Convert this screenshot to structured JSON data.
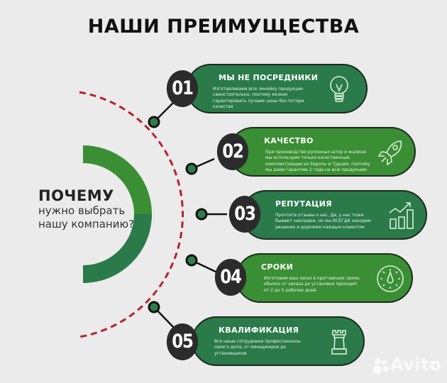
{
  "header": {
    "title": "НАШИ ПРЕИМУЩЕСТВА"
  },
  "why": {
    "title": "ПОЧЕМУ",
    "line1": "нужно выбрать",
    "line2": "нашу компанию?"
  },
  "colors": {
    "background": "#ebebeb",
    "green_dark": "#2a7a4a",
    "green_light": "#3a8f34",
    "number_circle": "#2b2b2b",
    "dashed_line": "#b5222d"
  },
  "items": [
    {
      "number": "01",
      "title": "МЫ НЕ ПОСРЕДНИКИ",
      "text": "Изготавливаем всю линейку продукции самостоятельно, поэтому можем гарантировать лучшие цены без потери качества",
      "icon": "lightbulb-icon"
    },
    {
      "number": "02",
      "title": "КАЧЕСТВО",
      "text": "При производстве рулонных штор и жалюзи мы используем только качественные комплектующие из Европы и Турции, поэтому мы даем гарантию 2 года на всю продукцию",
      "icon": "rocket-icon"
    },
    {
      "number": "03",
      "title": "РЕПУТАЦИЯ",
      "text": "Прочтите отзывы о нас. Да, у нас тоже бывают накладки, но мы ВСЕГДА находим решение и дорожим каждым клиентом",
      "icon": "growth-chart-icon"
    },
    {
      "number": "04",
      "title": "СРОКИ",
      "text": "Изготовим ваш заказ в кратчайшие сроки, обычно от заказа до установки проходит от 2 до 5 рабочих дней",
      "icon": "stopwatch-icon"
    },
    {
      "number": "05",
      "title": "КВАЛИФИКАЦИЯ",
      "text": "Все наши сотрудники профессионалы своего дела, от менеджеров до установщиков",
      "icon": "chess-rook-icon"
    }
  ],
  "watermark": {
    "text": "Avito"
  }
}
